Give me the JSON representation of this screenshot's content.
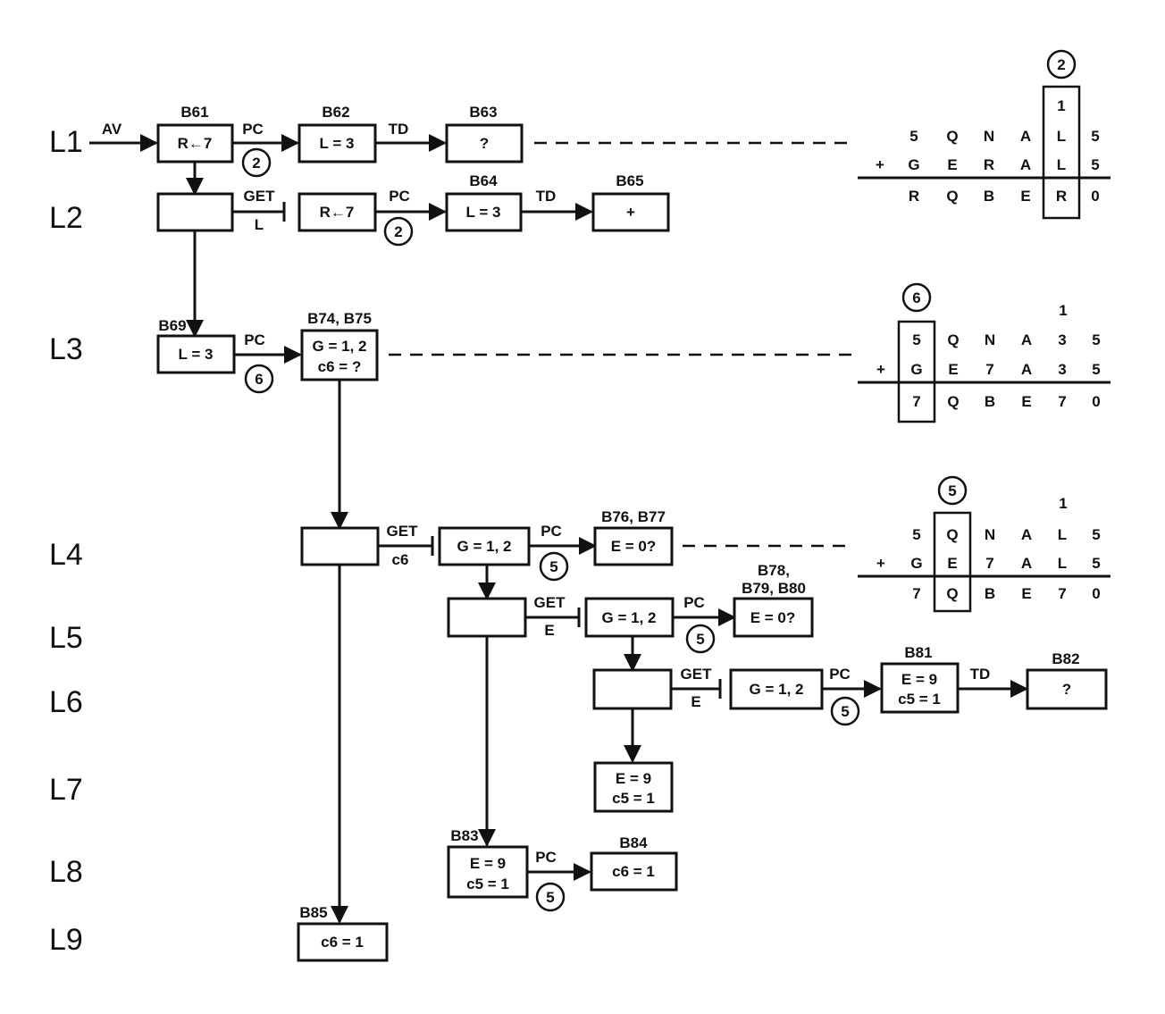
{
  "rows": [
    "L1",
    "L2",
    "L3",
    "L4",
    "L5",
    "L6",
    "L7",
    "L8",
    "L9"
  ],
  "labels": {
    "b61": "B61",
    "b62": "B62",
    "b63": "B63",
    "b64": "B64",
    "b65": "B65",
    "b69": "B69",
    "b74": "B74, B75",
    "b76": "B76, B77",
    "b78a": "B78,",
    "b78b": "B79, B80",
    "b81": "B81",
    "b82": "B82",
    "b83": "B83",
    "b84": "B84",
    "b85": "B85"
  },
  "boxes": {
    "b61": [
      "R←7"
    ],
    "b62": [
      "L = 3"
    ],
    "b63": [
      "?"
    ],
    "l2a": [],
    "l2b": [
      "R←7"
    ],
    "b64": [
      "L = 3"
    ],
    "b65": [
      "+"
    ],
    "b69": [
      "L = 3"
    ],
    "b74": [
      "G = 1, 2",
      "c6 = ?"
    ],
    "l4a": [],
    "l4b": [
      "G = 1, 2"
    ],
    "b76": [
      "E = 0?"
    ],
    "l5a": [],
    "l5b": [
      "G = 1, 2"
    ],
    "b78": [
      "E = 0?"
    ],
    "l6a": [],
    "l6b": [
      "G = 1, 2"
    ],
    "b81": [
      "E = 9",
      "c5 = 1"
    ],
    "b82": [
      "?"
    ],
    "l7": [
      "E = 9",
      "c5 = 1"
    ],
    "b83": [
      "E = 9",
      "c5 = 1"
    ],
    "b84": [
      "c6 = 1"
    ],
    "b85": [
      "c6 = 1"
    ]
  },
  "edge_labels": {
    "av": "AV",
    "pc": "PC",
    "td": "TD",
    "get": "GET",
    "get_l": "L",
    "get_c6": "c6",
    "get_e": "E"
  },
  "circles": {
    "c2": "2",
    "c5": "5",
    "c6": "6"
  },
  "puzzles": [
    {
      "top_digit": "2",
      "carry": [
        "",
        "",
        "",
        "",
        "1",
        ""
      ],
      "line1": [
        "5",
        "Q",
        "N",
        "A",
        "L",
        "5"
      ],
      "plus": "+",
      "line2": [
        "G",
        "E",
        "R",
        "A",
        "L",
        "5"
      ],
      "result": [
        "R",
        "Q",
        "B",
        "E",
        "R",
        "0"
      ]
    },
    {
      "top_digit": "6",
      "carry": [
        "",
        "",
        "",
        "",
        "1",
        ""
      ],
      "line1": [
        "5",
        "Q",
        "N",
        "A",
        "3",
        "5"
      ],
      "plus": "+",
      "line2": [
        "G",
        "E",
        "7",
        "A",
        "3",
        "5"
      ],
      "result": [
        "7",
        "Q",
        "B",
        "E",
        "7",
        "0"
      ]
    },
    {
      "top_digit": "5",
      "carry": [
        "",
        "",
        "",
        "",
        "1",
        ""
      ],
      "line1": [
        "5",
        "Q",
        "N",
        "A",
        "L",
        "5"
      ],
      "plus": "+",
      "line2": [
        "G",
        "E",
        "7",
        "A",
        "L",
        "5"
      ],
      "result": [
        "7",
        "Q",
        "B",
        "E",
        "7",
        "0"
      ]
    }
  ]
}
